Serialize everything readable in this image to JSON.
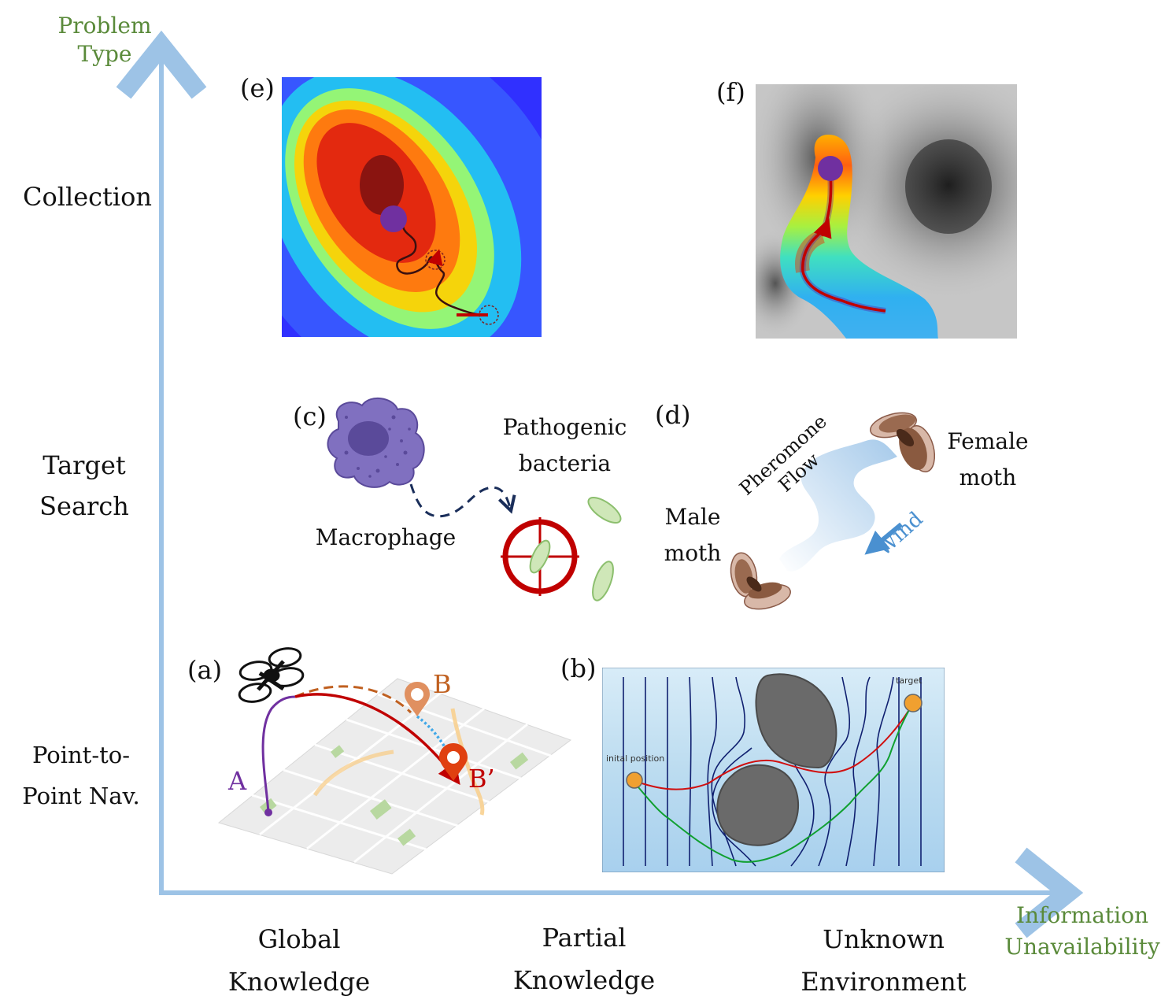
{
  "axes": {
    "y_title": [
      "Problem",
      "Type"
    ],
    "x_title": [
      "Information",
      "Unavailability"
    ],
    "rows": [
      {
        "lines": [
          "Collection"
        ]
      },
      {
        "lines": [
          "Target",
          "Search"
        ]
      },
      {
        "lines": [
          "Point-to-",
          "Point Nav."
        ]
      }
    ],
    "columns": [
      {
        "lines": [
          "Global",
          "Knowledge"
        ]
      },
      {
        "lines": [
          "Partial",
          "Knowledge"
        ]
      },
      {
        "lines": [
          "Unknown",
          "Environment"
        ]
      }
    ]
  },
  "panels": {
    "a": {
      "label": "(a)",
      "point_a": "A",
      "point_b": "B",
      "point_b_prime": "B’"
    },
    "b": {
      "label": "(b)",
      "start_text": "inital position",
      "target_text": "target"
    },
    "c": {
      "label": "(c)",
      "cell_text": "Macrophage",
      "target_text": [
        "Pathogenic",
        "bacteria"
      ]
    },
    "d": {
      "label": "(d)",
      "male_text": [
        "Male",
        "moth"
      ],
      "female_text": [
        "Female",
        "moth"
      ],
      "flow_text": [
        "Pheromone",
        "Flow"
      ],
      "wind_text": "Wind"
    },
    "e": {
      "label": "(e)"
    },
    "f": {
      "label": "(f)"
    }
  },
  "colors": {
    "axis": "#9dc3e6",
    "axis_title": "#5a8a3a",
    "agent": "#7030a0",
    "path": "#c00000",
    "wind": "#4a90d0"
  }
}
